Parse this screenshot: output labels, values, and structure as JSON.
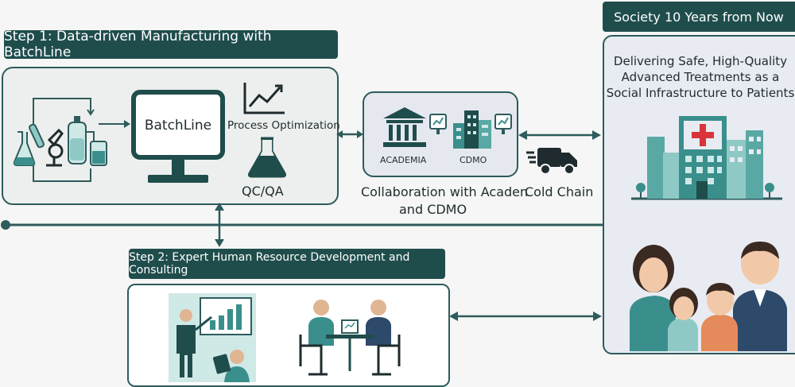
{
  "step1": {
    "title": "Step 1: Data-driven Manufacturing with BatchLine",
    "monitor_label": "BatchLine",
    "process_label": "Process Optimization",
    "qc_label": "QC/QA"
  },
  "collab": {
    "academia_label": "ACADEMIA",
    "cdmo_label": "CDMO",
    "caption_line1": "Collaboration with Acaden",
    "caption_line2": "and CDMO"
  },
  "cold_chain": {
    "label": "Cold Chain"
  },
  "society": {
    "title": "Society 10 Years from Now",
    "line1": "Delivering Safe, High-Quality",
    "line2": "Advanced Treatments as a",
    "line3": "Social Infrastructure to Patients"
  },
  "step2": {
    "title": "Step 2: Expert Human Resource Development and Consulting"
  },
  "colors": {
    "teal_dark": "#1f4d4c",
    "teal": "#3a8f8c",
    "teal_light": "#8fc9c6",
    "line": "#2e5b5c",
    "hospital_red": "#d9343b"
  }
}
